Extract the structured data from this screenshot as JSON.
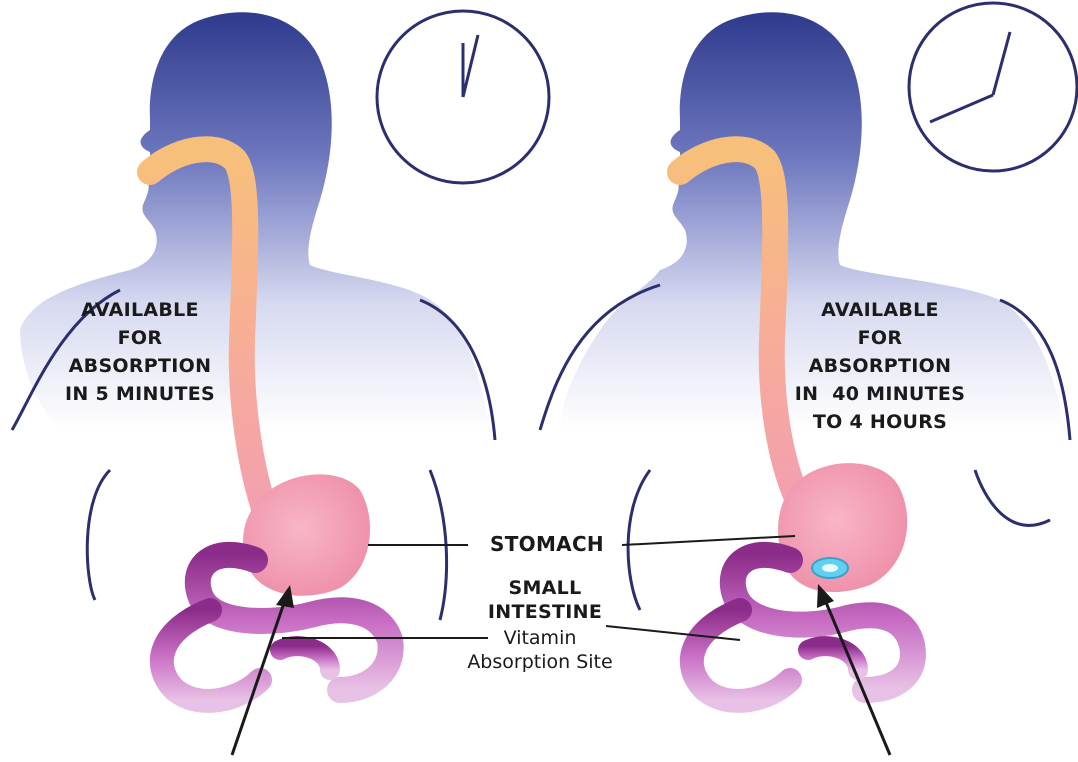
{
  "labels": {
    "left_available": [
      "AVAILABLE",
      "FOR",
      "ABSORPTION",
      "IN 5 MINUTES"
    ],
    "right_available": [
      "AVAILABLE",
      "FOR",
      "ABSORPTION",
      "IN  40 MINUTES",
      "TO 4 HOURS"
    ],
    "stomach": "STOMACH",
    "small_intestine": [
      "SMALL",
      "INTESTINE"
    ],
    "vitamin_absorption_site": [
      "Vitamin",
      "Absorption Site"
    ]
  },
  "colors": {
    "head_top": "#2e3a8c",
    "head_bottom": "#ffffff",
    "esophagus": "#f9b58a",
    "stomach": "#f4a6b8",
    "intestine": "#b04aa8",
    "outline": "#2b2f6e",
    "pill": "#5fd0f0"
  },
  "icons": {
    "left_clock": "clock-icon",
    "right_clock": "clock-icon",
    "pill": "pill-icon"
  }
}
